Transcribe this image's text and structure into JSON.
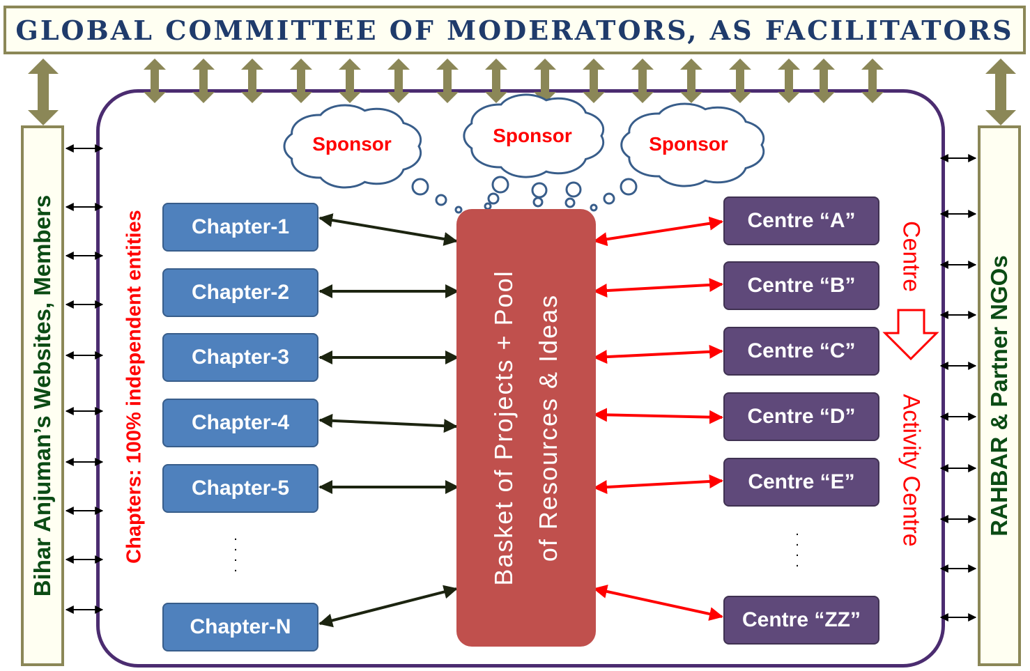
{
  "banner": {
    "title": "GLOBAL COMMITTEE OF MODERATORS, AS FACILITATORS"
  },
  "left_panel": {
    "label": "Bihar Anjuman’s Websites, Members"
  },
  "right_panel": {
    "label": "RAHBAR  &  Partner  NGOs"
  },
  "chapters_note": "Chapters: 100% independent entities",
  "chapters": [
    "Chapter-1",
    "Chapter-2",
    "Chapter-3",
    "Chapter-4",
    "Chapter-5",
    "Chapter-N"
  ],
  "chapter_ellipsis": ". . . .",
  "basket": {
    "line1": "Basket of Projects + Pool",
    "line2": "of Resources & Ideas"
  },
  "sponsors": [
    "Sponsor",
    "Sponsor",
    "Sponsor"
  ],
  "centres": [
    "Centre “A”",
    "Centre “B”",
    "Centre “C”",
    "Centre “D”",
    "Centre “E”",
    "Centre “ZZ”"
  ],
  "centre_ellipsis": ". . . .",
  "flow": {
    "from": "Centre",
    "to": "Activity Centre"
  },
  "colors": {
    "olive": "#8b8757",
    "panel_bg": "#fffff2",
    "banner_text": "#1f3b6b",
    "side_text": "#0b4b14",
    "container_border": "#4b2c70",
    "chapter_fill": "#4f81bd",
    "centre_fill": "#5f497a",
    "basket_fill": "#c0504d",
    "accent_red": "#ff0000",
    "cloud_stroke": "#385d8a"
  }
}
